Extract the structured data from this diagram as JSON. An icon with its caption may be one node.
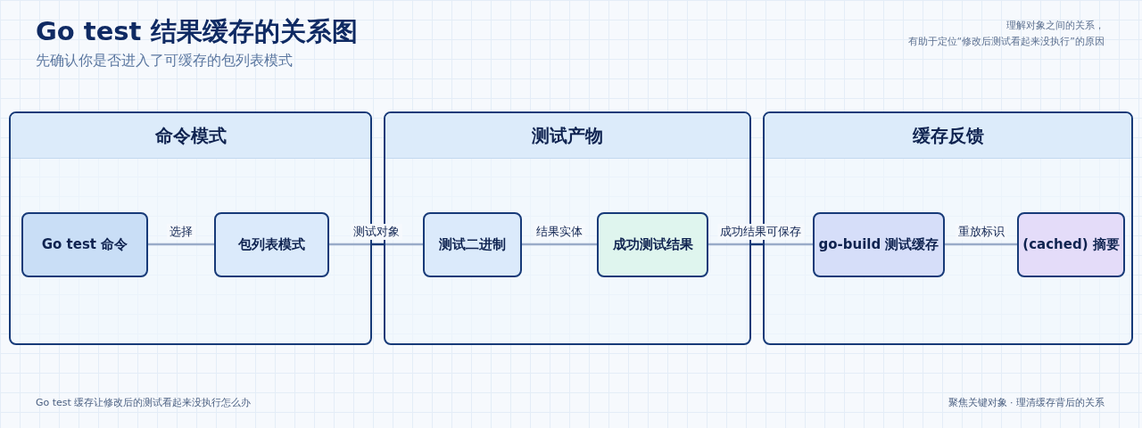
{
  "diagram": {
    "title": "Go test 结果缓存的关系图",
    "nodes": [
      {
        "text": [
          "命令模式"
        ]
      },
      {
        "text": [
          "测试产物"
        ]
      },
      {
        "text": [
          "缓存反馈"
        ]
      },
      {
        "text": [
          "Go test 命令"
        ],
        "in": 0
      },
      {
        "text": [
          "包列表模式"
        ],
        "in": 0
      },
      {
        "text": [
          "测试二进制"
        ],
        "in": 1
      },
      {
        "text": [
          "成功测试结果"
        ],
        "in": 1
      },
      {
        "text": [
          "go-build 测试缓存"
        ],
        "in": 2
      },
      {
        "text": [
          "(cached) 摘要"
        ],
        "in": 2
      }
    ],
    "edges": [
      {
        "from": 3,
        "to": 4,
        "arrow": "none",
        "label": "选择"
      },
      {
        "from": 4,
        "to": 5,
        "arrow": "none",
        "label": "测试对象"
      },
      {
        "from": 5,
        "to": 6,
        "arrow": "none",
        "label": "结果实体"
      },
      {
        "from": 6,
        "to": 7,
        "arrow": "none",
        "label": "成功结果可保存"
      },
      {
        "from": 7,
        "to": 8,
        "arrow": "none",
        "label": "重放标识"
      }
    ],
    "labels": [
      "先确认你是否进入了可缓存的包列表模式",
      "理解对象之间的关系，",
      "有助于定位“修改后测试看起来没执行”的原因",
      "Go test 缓存让修改后的测试看起来没执行怎么办",
      "聚焦关键对象 · 理清缓存背后的关系"
    ]
  }
}
